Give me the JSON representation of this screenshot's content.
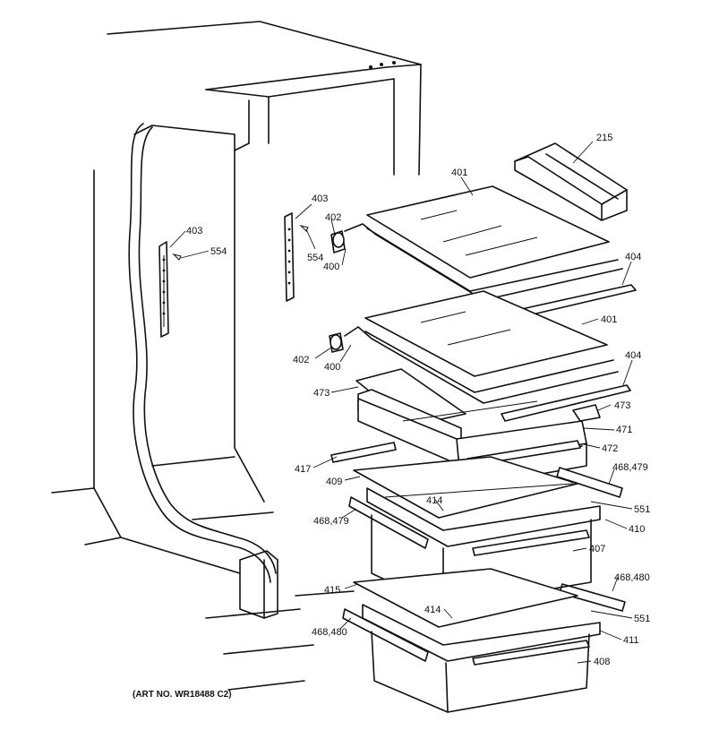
{
  "art_number": "(ART NO. WR18488 C2)",
  "callouts": [
    {
      "id": "c215",
      "text": "215"
    },
    {
      "id": "c401a",
      "text": "401"
    },
    {
      "id": "c403a",
      "text": "403"
    },
    {
      "id": "c554a",
      "text": "554"
    },
    {
      "id": "c403b",
      "text": "403"
    },
    {
      "id": "c402a",
      "text": "402"
    },
    {
      "id": "c554b",
      "text": "554"
    },
    {
      "id": "c400a",
      "text": "400"
    },
    {
      "id": "c404a",
      "text": "404"
    },
    {
      "id": "c401b",
      "text": "401"
    },
    {
      "id": "c402b",
      "text": "402"
    },
    {
      "id": "c400b",
      "text": "400"
    },
    {
      "id": "c404b",
      "text": "404"
    },
    {
      "id": "c473a",
      "text": "473"
    },
    {
      "id": "c473b",
      "text": "473"
    },
    {
      "id": "c471",
      "text": "471"
    },
    {
      "id": "c472",
      "text": "472"
    },
    {
      "id": "c417",
      "text": "417"
    },
    {
      "id": "c468479a",
      "text": "468,479"
    },
    {
      "id": "c409",
      "text": "409"
    },
    {
      "id": "c414a",
      "text": "414"
    },
    {
      "id": "c551a",
      "text": "551"
    },
    {
      "id": "c468479b",
      "text": "468,479"
    },
    {
      "id": "c410",
      "text": "410"
    },
    {
      "id": "c407",
      "text": "407"
    },
    {
      "id": "c468480a",
      "text": "468,480"
    },
    {
      "id": "c415",
      "text": "415"
    },
    {
      "id": "c414b",
      "text": "414"
    },
    {
      "id": "c551b",
      "text": "551"
    },
    {
      "id": "c468480b",
      "text": "468,480"
    },
    {
      "id": "c411",
      "text": "411"
    },
    {
      "id": "c408",
      "text": "408"
    }
  ]
}
